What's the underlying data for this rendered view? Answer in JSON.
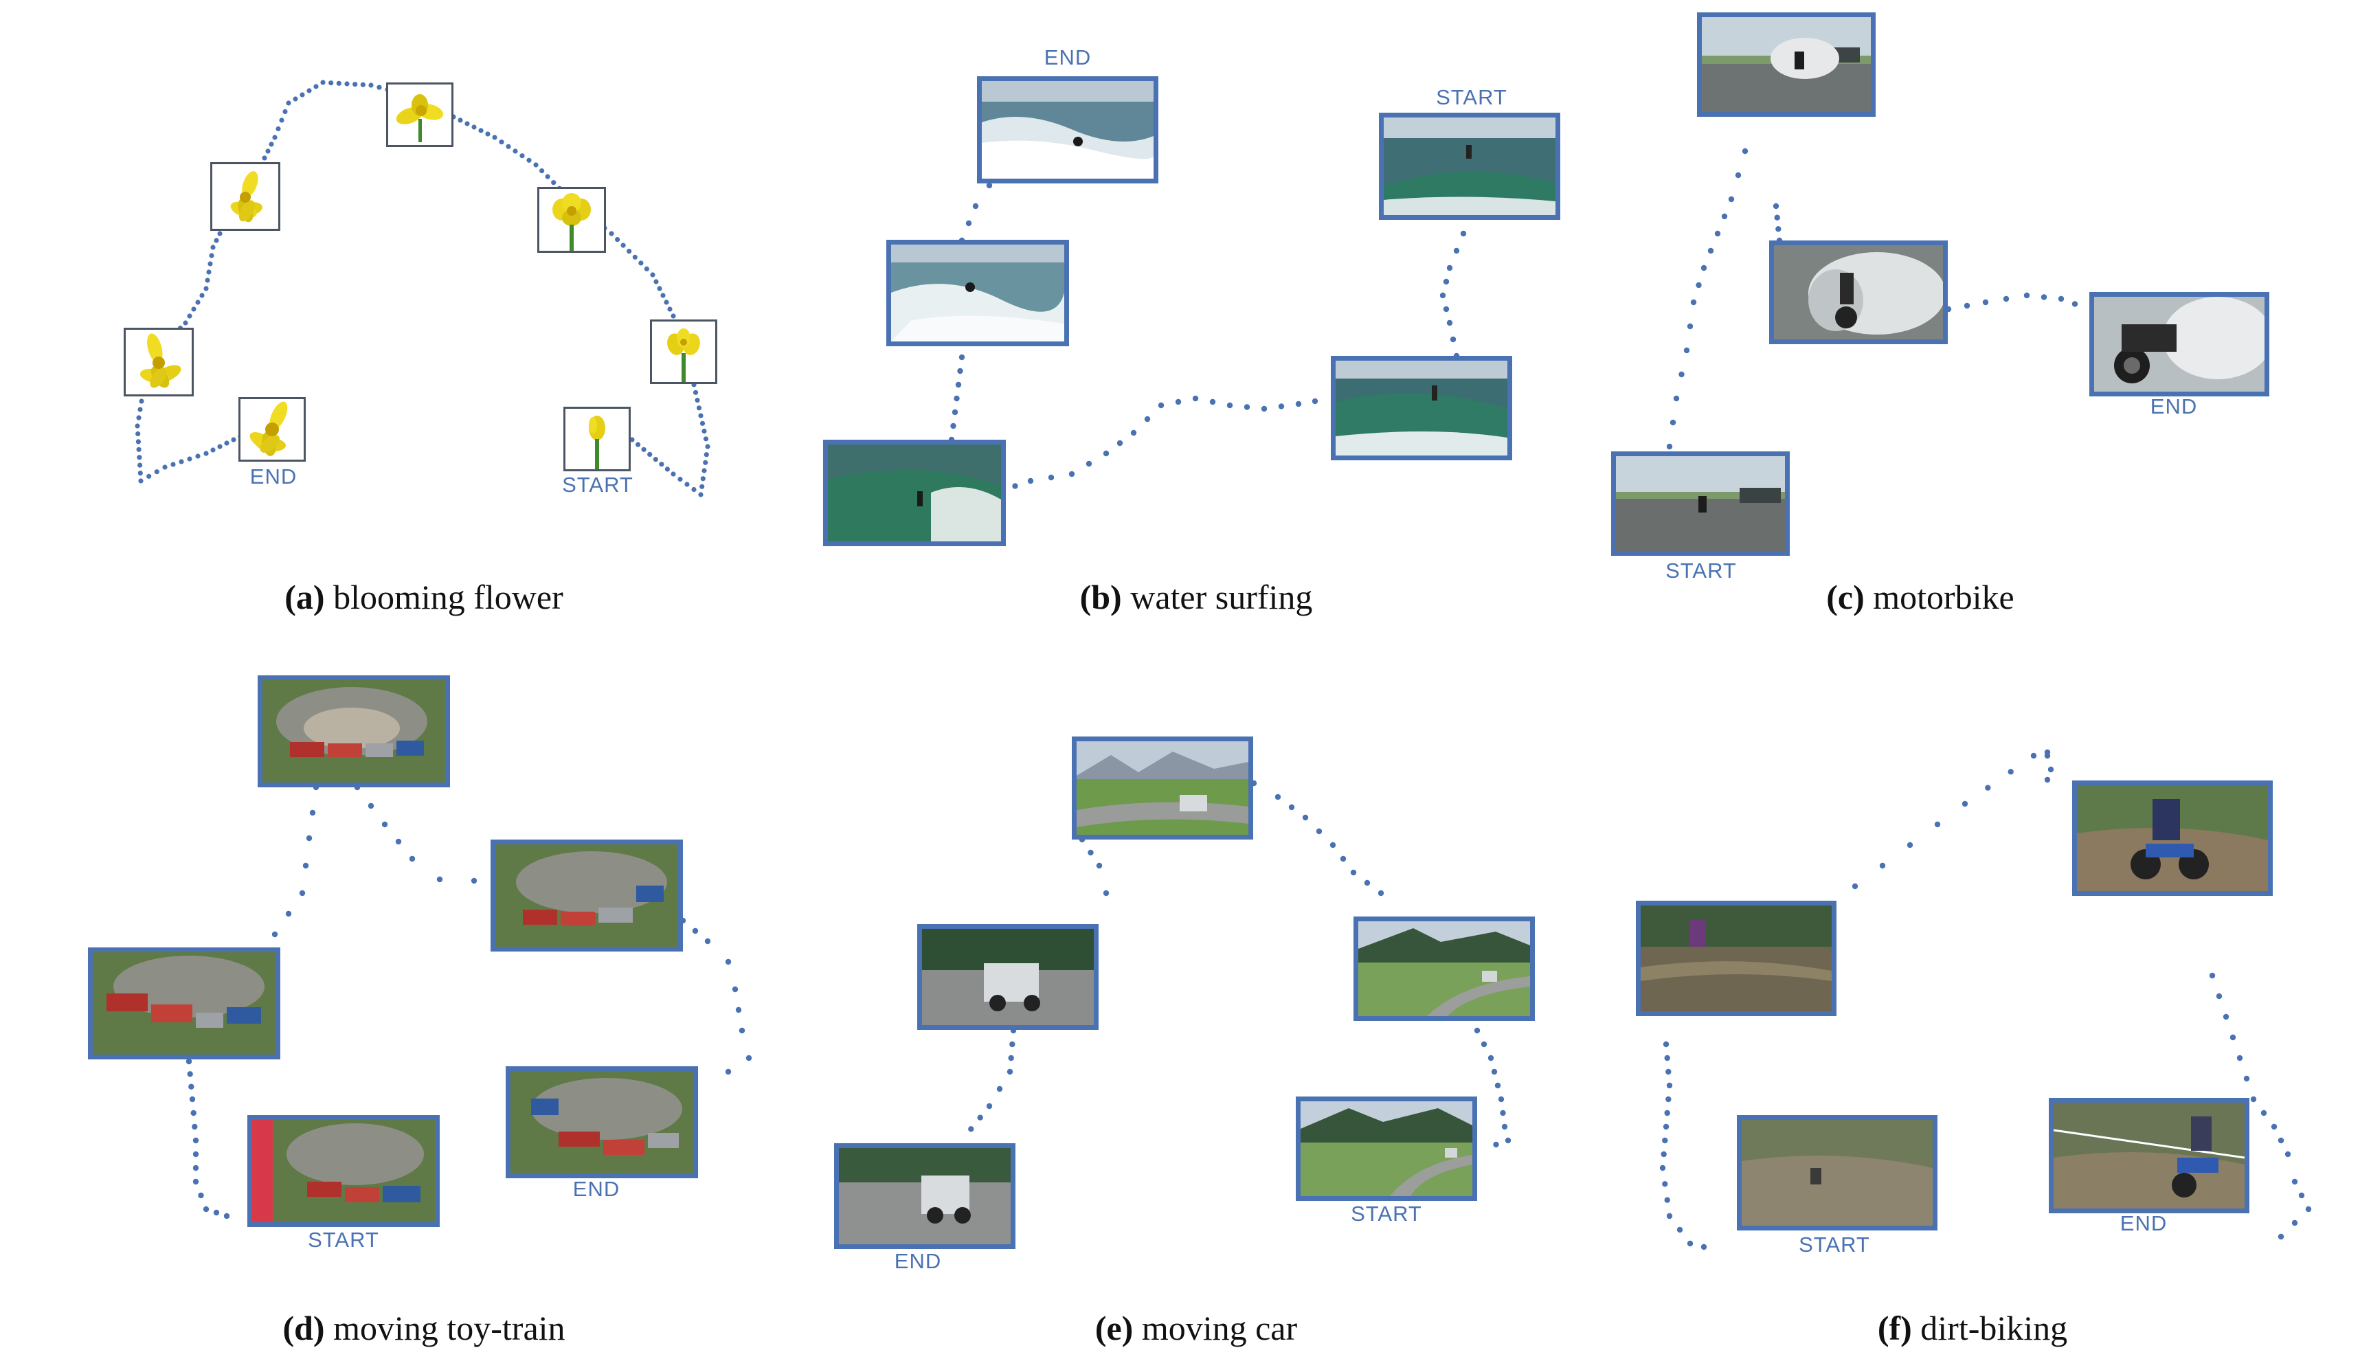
{
  "panels": [
    {
      "letter": "(a)",
      "caption": "blooming flower",
      "start_label": "START",
      "end_label": "END",
      "frames": [
        {
          "scene": "flower-bud"
        },
        {
          "scene": "flower-half"
        },
        {
          "scene": "flower-open"
        },
        {
          "scene": "flower-full"
        },
        {
          "scene": "flower-wide"
        },
        {
          "scene": "flower-side"
        },
        {
          "scene": "flower-bloom"
        }
      ]
    },
    {
      "letter": "(b)",
      "caption": "water surfing",
      "start_label": "START",
      "end_label": "END",
      "frames": [
        {
          "scene": "surf-1"
        },
        {
          "scene": "surf-2"
        },
        {
          "scene": "surf-3"
        },
        {
          "scene": "surf-4"
        },
        {
          "scene": "surf-5"
        }
      ]
    },
    {
      "letter": "(c)",
      "caption": "motorbike",
      "start_label": "START",
      "end_label": "END",
      "frames": [
        {
          "scene": "moto-1"
        },
        {
          "scene": "moto-2"
        },
        {
          "scene": "moto-3"
        },
        {
          "scene": "moto-4"
        }
      ]
    },
    {
      "letter": "(d)",
      "caption": "moving toy-train",
      "start_label": "START",
      "end_label": "END",
      "frames": [
        {
          "scene": "train-1"
        },
        {
          "scene": "train-2"
        },
        {
          "scene": "train-3"
        },
        {
          "scene": "train-4"
        },
        {
          "scene": "train-5"
        }
      ]
    },
    {
      "letter": "(e)",
      "caption": "moving car",
      "start_label": "START",
      "end_label": "END",
      "frames": [
        {
          "scene": "car-1"
        },
        {
          "scene": "car-2"
        },
        {
          "scene": "car-3"
        },
        {
          "scene": "car-4"
        },
        {
          "scene": "car-5"
        }
      ]
    },
    {
      "letter": "(f)",
      "caption": "dirt-biking",
      "start_label": "START",
      "end_label": "END",
      "frames": [
        {
          "scene": "dirt-1"
        },
        {
          "scene": "dirt-2"
        },
        {
          "scene": "dirt-3"
        },
        {
          "scene": "dirt-4"
        }
      ]
    }
  ],
  "colors": {
    "trajectory": "#4a72b2",
    "frame_border": "#4a72b2",
    "flower_yellow": "#e8d21c",
    "stem_green": "#3f8a2a"
  }
}
